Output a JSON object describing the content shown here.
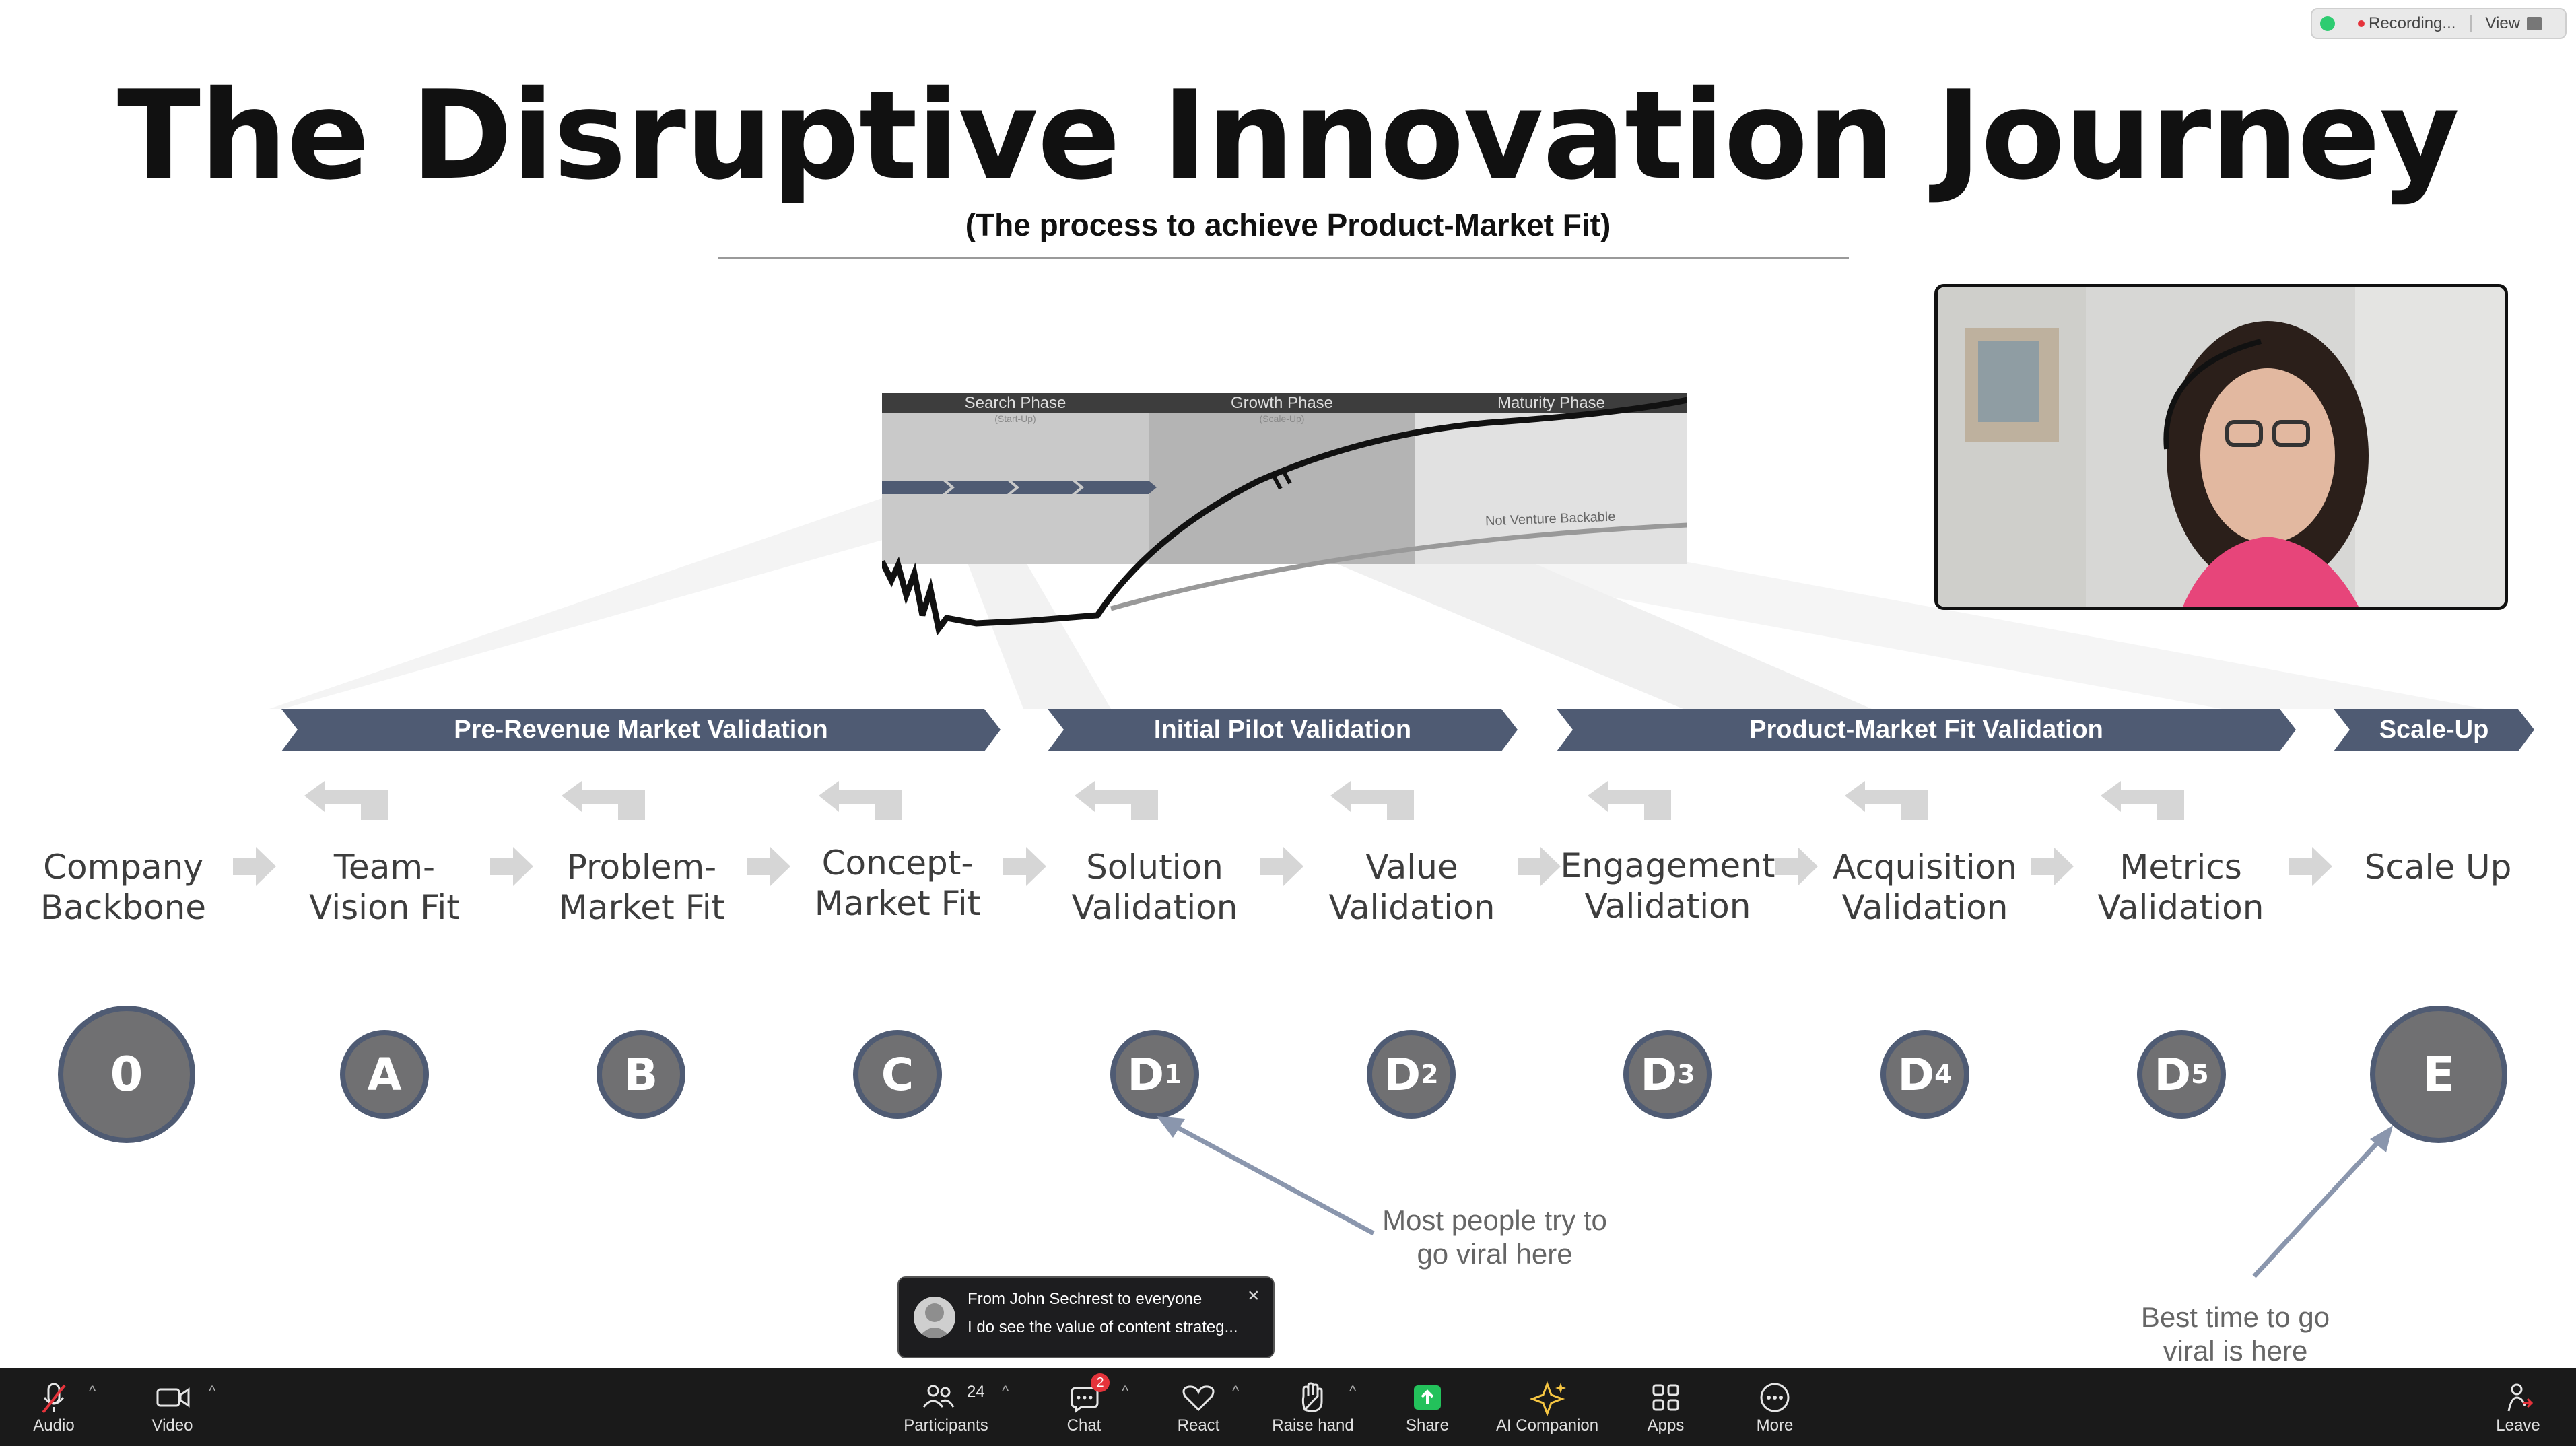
{
  "slide": {
    "title": "The Disruptive Innovation Journey",
    "subtitle": "(The process to achieve Product-Market Fit)",
    "phase_chart": {
      "phases": [
        {
          "name": "Search Phase",
          "sub": "(Start-Up)"
        },
        {
          "name": "Growth Phase",
          "sub": "(Scale-Up)"
        },
        {
          "name": "Maturity Phase",
          "sub": ""
        }
      ],
      "note": "Not Venture Backable"
    },
    "bands": [
      "Pre-Revenue Market Validation",
      "Initial Pilot Validation",
      "Product-Market Fit Validation",
      "Scale-Up"
    ],
    "stages": [
      {
        "line1": "Company",
        "line2": "Backbone",
        "badge": "0"
      },
      {
        "line1": "Team-",
        "line2": "Vision Fit",
        "badge": "A"
      },
      {
        "line1": "Problem-",
        "line2": "Market Fit",
        "badge": "B"
      },
      {
        "line1": "Concept-",
        "line2": "Market Fit",
        "badge": "C"
      },
      {
        "line1": "Solution",
        "line2": "Validation",
        "badge": "D",
        "sub": "1"
      },
      {
        "line1": "Value",
        "line2": "Validation",
        "badge": "D",
        "sub": "2"
      },
      {
        "line1": "Engagement",
        "line2": "Validation",
        "badge": "D",
        "sub": "3"
      },
      {
        "line1": "Acquisition",
        "line2": "Validation",
        "badge": "D",
        "sub": "4"
      },
      {
        "line1": "Metrics",
        "line2": "Validation",
        "badge": "D",
        "sub": "5"
      },
      {
        "line1": "Scale Up",
        "line2": "",
        "badge": "E"
      }
    ],
    "annotations": {
      "viral_try_1": "Most people try to",
      "viral_try_2": "go viral here",
      "viral_best_1": "Best time to go",
      "viral_best_2": "viral is here"
    }
  },
  "recording": {
    "label": "Recording...",
    "view": "View"
  },
  "chat_toast": {
    "from": "From John Sechrest to everyone",
    "message": "I do see the value of content strateg...",
    "close": "×"
  },
  "toolbar": {
    "audio": "Audio",
    "video": "Video",
    "participants": "Participants",
    "participant_count": "24",
    "chat": "Chat",
    "chat_badge": "2",
    "react": "React",
    "raise_hand": "Raise hand",
    "share": "Share",
    "ai_companion": "AI Companion",
    "apps": "Apps",
    "more": "More",
    "leave": "Leave"
  },
  "colors": {
    "band": "#4f5b73",
    "badge_fill": "#707072",
    "toolbar_bg": "#1a1a1a",
    "share_green": "#23c15b",
    "alert_red": "#e5333b"
  }
}
